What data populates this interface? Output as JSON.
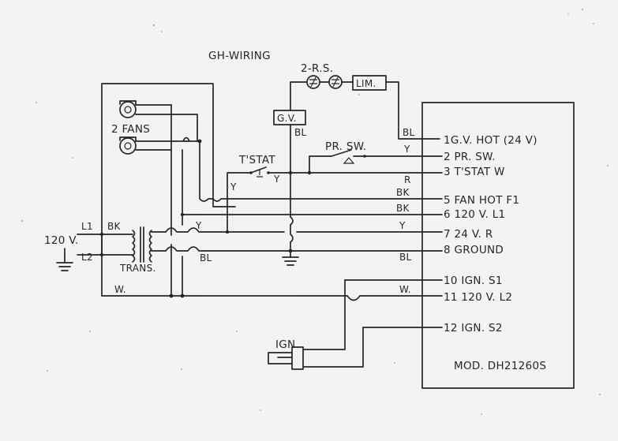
{
  "title": "GH-WIRING",
  "components": {
    "rollout_switches": "2-R.S.",
    "limit": "LIM.",
    "gas_valve": "G.V.",
    "gas_valve_wire": "BL",
    "fans": "2 FANS",
    "thermostat": "T'STAT",
    "thermostat_wire": "Y",
    "pressure_switch": "PR. SW.",
    "transformer": "TRANS.",
    "igniter": "IGN.",
    "supply_voltage": "120 V.",
    "line1": "L1",
    "line2": "L2"
  },
  "wire_colors": {
    "bk_left": "BK",
    "y_left": "Y",
    "bl_left": "BL",
    "w_left": "W.",
    "y_vertical": "Y",
    "bl_gv_in": "BL",
    "y_prsw": "Y",
    "r_tstat": "R",
    "bk_fan": "BK",
    "bk_120": "BK",
    "y_24": "Y",
    "bl_ground": "BL",
    "w_l2": "W."
  },
  "board": {
    "model": "MOD. DH21260S",
    "terminals": [
      {
        "label": "1G.V. HOT (24 V)"
      },
      {
        "label": "2 PR. SW."
      },
      {
        "label": "3 T'STAT W"
      },
      {
        "label": "5 FAN HOT F1"
      },
      {
        "label": "6 120 V. L1"
      },
      {
        "label": "7 24 V. R"
      },
      {
        "label": "8 GROUND"
      },
      {
        "label": "10 IGN. S1"
      },
      {
        "label": "11 120 V. L2"
      },
      {
        "label": "12 IGN. S2"
      }
    ]
  }
}
